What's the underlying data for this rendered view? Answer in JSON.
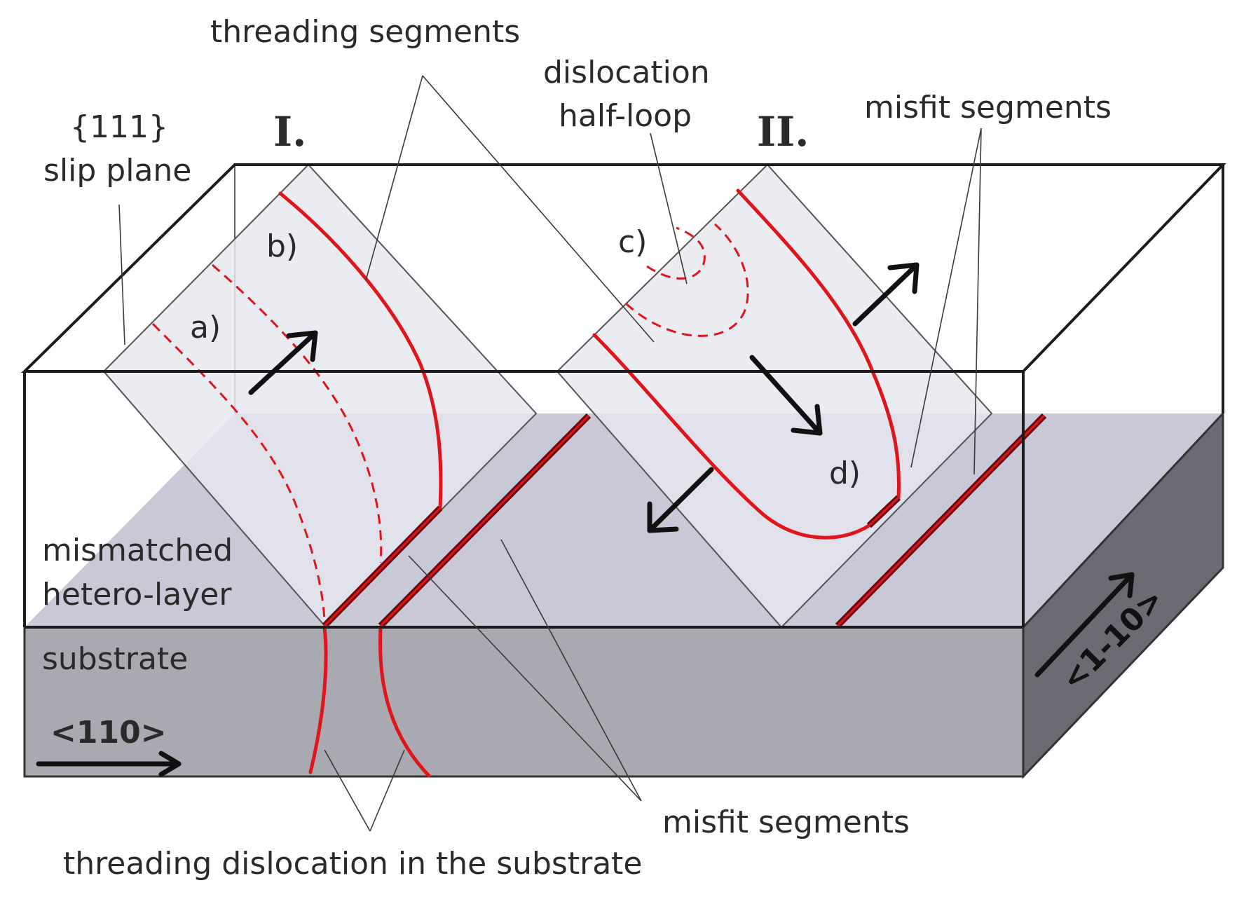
{
  "labels": {
    "threading_segments": "threading segments",
    "slip_plane_hkl": "{111}",
    "slip_plane": "slip plane",
    "roman_1": "I.",
    "roman_2": "II.",
    "dislocation": "dislocation",
    "half_loop": "half-loop",
    "misfit_segments_top": "misfit segments",
    "misfit_segments_bottom": "misfit segments",
    "label_a": "a)",
    "label_b": "b)",
    "label_c": "c)",
    "label_d": "d)",
    "mismatched": "mismatched",
    "hetero_layer": "hetero-layer",
    "substrate": "substrate",
    "dir_110": "<110>",
    "dir_1_10": "<1-10>",
    "threading_substrate": "threading dislocation in the substrate"
  },
  "colors": {
    "dislocation": "#e0141b",
    "misfit_dark": "#6a0a10",
    "interface": "#c8c8d6",
    "substrate_front": "#a9a9b1",
    "substrate_side": "#6b6c73",
    "slip_plane": "#e6e6ef"
  }
}
